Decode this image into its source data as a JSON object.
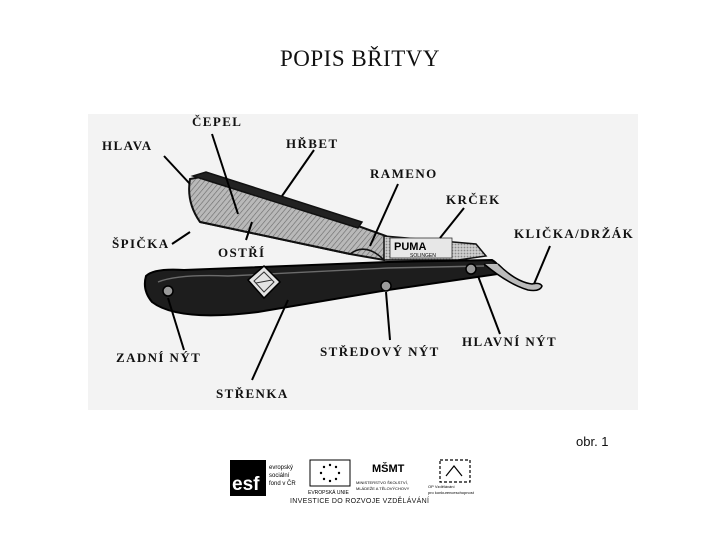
{
  "title": "POPIS BŘITVY",
  "labels": {
    "cepel": "ČEPEL",
    "hlava": "HLAVA",
    "hrbet": "HŘBET",
    "rameno": "RAMENO",
    "krcek": "KRČEK",
    "spicka": "ŠPIČKA",
    "ostri": "OSTŘÍ",
    "klicka": "KLIČKA/DRŽÁK",
    "zadni_nyt": "ZADNÍ NÝT",
    "stredovy_nyt": "STŘEDOVÝ NÝT",
    "hlavni_nyt": "HLAVNÍ NÝT",
    "strenka": "STŘENKA"
  },
  "blade_marks": {
    "brand": "PUMA",
    "sub": "SOLINGEN"
  },
  "caption": "obr. 1",
  "footer": {
    "esf_mark": "esf",
    "esf_text": [
      "evropský",
      "sociální",
      "fond v ČR"
    ],
    "eu_text": "EVROPSKÁ UNIE",
    "msmt_mark": "MŠMT",
    "msmt_text": [
      "MINISTERSTVO ŠKOLSTVÍ,",
      "MLÁDEŽE A TĚLOVÝCHOVY"
    ],
    "op_text": [
      "OP Vzdělávání",
      "pro konkurenceschopnost"
    ],
    "strip": "INVESTICE DO ROZVOJE VZDĚLÁVÁNÍ"
  }
}
